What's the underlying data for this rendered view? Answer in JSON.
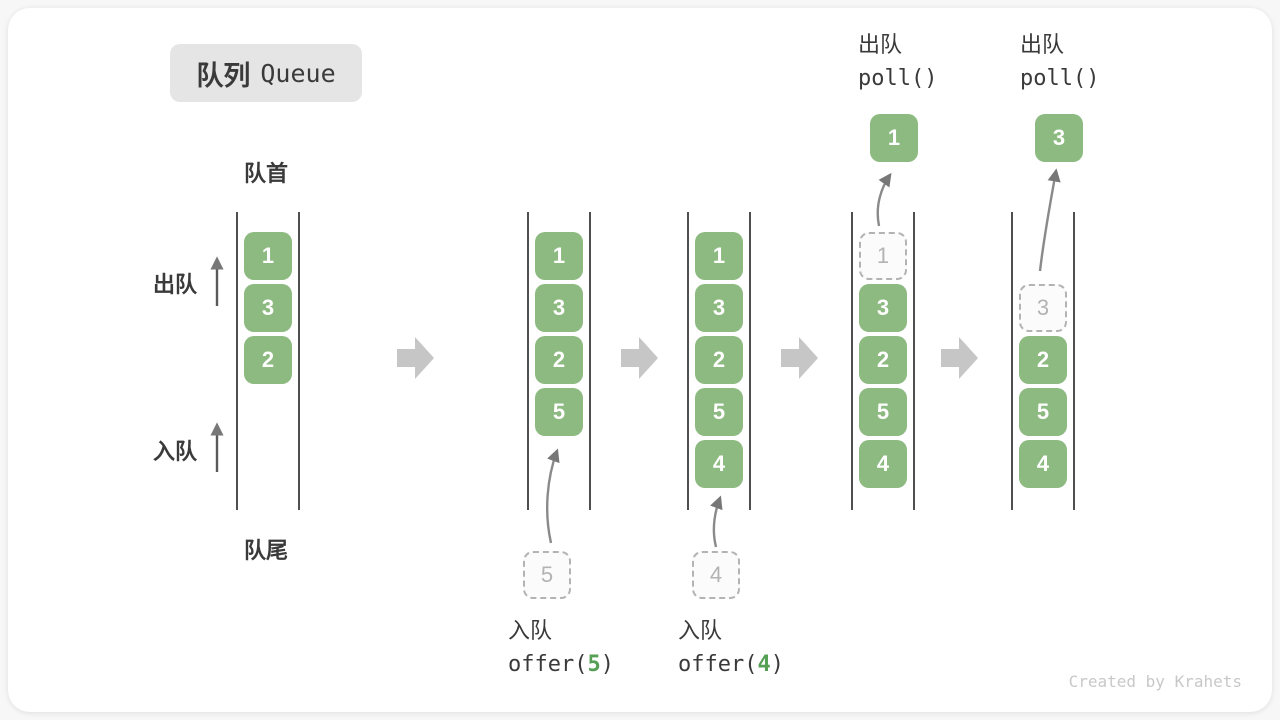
{
  "title": {
    "zh": "队列",
    "en": "Queue"
  },
  "side": {
    "front": "队首",
    "rear": "队尾",
    "dequeue": "出队",
    "enqueue": "入队"
  },
  "watermark": "Created by Krahets",
  "colors": {
    "box_green": "#8cba80",
    "arg_green": "#55a054",
    "step_arrow_gray": "#c6c6c6",
    "line_dark": "#4f4f4f",
    "ghost_gray": "#b3b3b3",
    "curve_arrow_gray": "#8a8a8a"
  },
  "columns": {
    "c1": {
      "boxes": [
        "1",
        "3",
        "2"
      ]
    },
    "c2": {
      "boxes": [
        "1",
        "3",
        "2",
        "5"
      ],
      "pending": "5",
      "caption": {
        "zh": "入队",
        "fn_open": "offer(",
        "arg": "5",
        "fn_close": ")"
      }
    },
    "c3": {
      "boxes": [
        "1",
        "3",
        "2",
        "5",
        "4"
      ],
      "pending": "4",
      "caption": {
        "zh": "入队",
        "fn_open": "offer(",
        "arg": "4",
        "fn_close": ")"
      }
    },
    "c4": {
      "ghost": "1",
      "boxes": [
        "3",
        "2",
        "5",
        "4"
      ],
      "popped": "1",
      "caption": {
        "zh": "出队",
        "fn": "poll()"
      }
    },
    "c5": {
      "ghost": "3",
      "boxes": [
        "2",
        "5",
        "4"
      ],
      "popped": "3",
      "caption": {
        "zh": "出队",
        "fn": "poll()"
      }
    }
  }
}
